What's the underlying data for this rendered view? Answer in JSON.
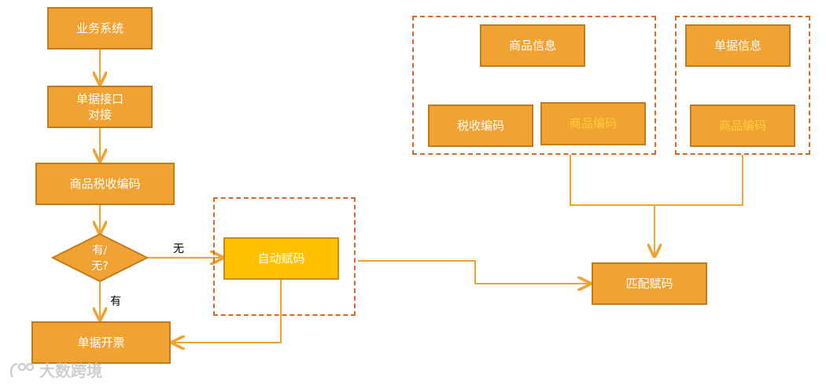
{
  "nodes": {
    "business_system": "业务系统",
    "doc_interface": "单据接口\n对接",
    "product_tax_code": "商品税收编码",
    "decision": "有/\n无?",
    "invoice": "单据开票",
    "auto_code": "自动赋码",
    "match_code": "匹配赋码",
    "product_info": "商品信息",
    "tax_code": "税收编码",
    "product_code_1": "商品编码",
    "doc_info": "单据信息",
    "product_code_2": "商品编码"
  },
  "edge_labels": {
    "no": "无",
    "yes": "有"
  },
  "watermark": "大数跨境",
  "colors": {
    "box_fill": "#f0a232",
    "box_border": "#c27b16",
    "highlight_fill": "#ffc000",
    "dashed_border": "#d9692a",
    "arrow": "#f0a232"
  }
}
